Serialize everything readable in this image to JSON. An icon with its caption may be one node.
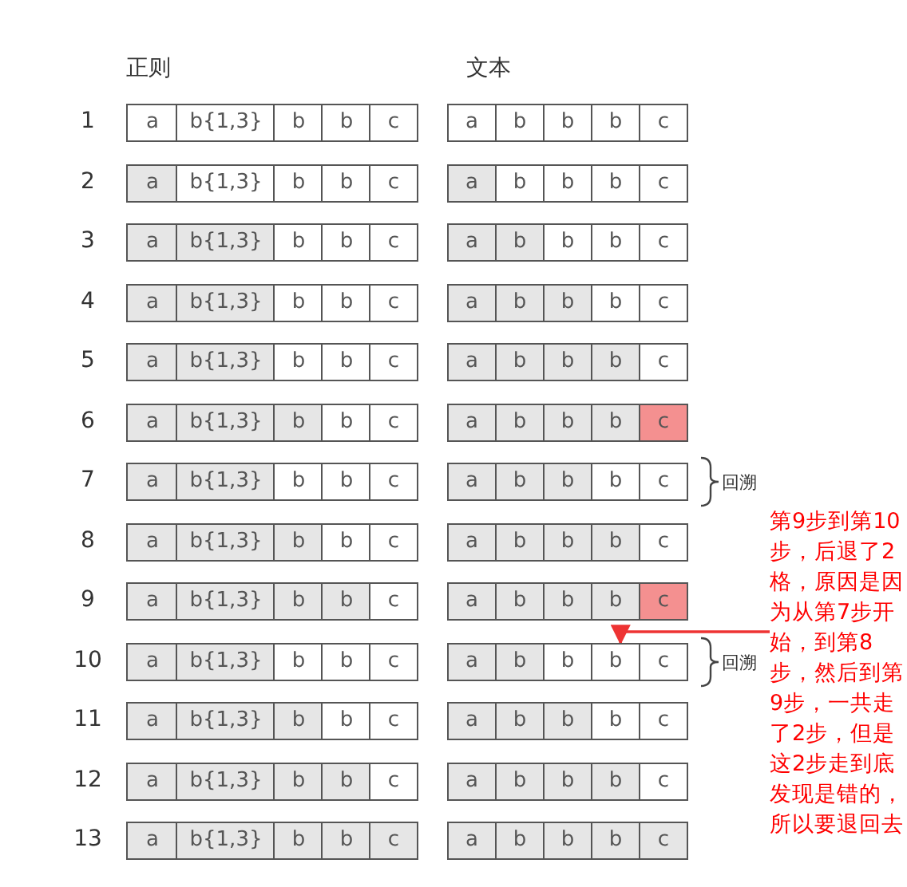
{
  "diagram": {
    "nodes": [
      {
        "text": [
          "a"
        ]
      },
      {
        "text": [
          "b{1,3}"
        ]
      },
      {
        "text": [
          "b"
        ]
      },
      {
        "text": [
          "b"
        ]
      },
      {
        "text": [
          "c"
        ]
      },
      {
        "text": [
          "a"
        ]
      },
      {
        "text": [
          "b"
        ]
      },
      {
        "text": [
          "b"
        ]
      },
      {
        "text": [
          "b"
        ]
      },
      {
        "text": [
          "c"
        ]
      },
      {
        "text": [
          "a"
        ]
      },
      {
        "text": [
          "b{1,3}"
        ]
      },
      {
        "text": [
          "b"
        ]
      },
      {
        "text": [
          "b"
        ]
      },
      {
        "text": [
          "c"
        ]
      },
      {
        "text": [
          "a"
        ]
      },
      {
        "text": [
          "b"
        ]
      },
      {
        "text": [
          "b"
        ]
      },
      {
        "text": [
          "b"
        ]
      },
      {
        "text": [
          "c"
        ]
      },
      {
        "text": [
          "a"
        ]
      },
      {
        "text": [
          "b{1,3}"
        ]
      },
      {
        "text": [
          "b"
        ]
      },
      {
        "text": [
          "b"
        ]
      },
      {
        "text": [
          "c"
        ]
      },
      {
        "text": [
          "a"
        ]
      },
      {
        "text": [
          "b"
        ]
      },
      {
        "text": [
          "b"
        ]
      },
      {
        "text": [
          "b"
        ]
      },
      {
        "text": [
          "c"
        ]
      },
      {
        "text": [
          "a"
        ]
      },
      {
        "text": [
          "b{1,3}"
        ]
      },
      {
        "text": [
          "b"
        ]
      },
      {
        "text": [
          "b"
        ]
      },
      {
        "text": [
          "c"
        ]
      },
      {
        "text": [
          "a"
        ]
      },
      {
        "text": [
          "b"
        ]
      },
      {
        "text": [
          "b"
        ]
      },
      {
        "text": [
          "b"
        ]
      },
      {
        "text": [
          "c"
        ]
      },
      {
        "text": [
          "a"
        ]
      },
      {
        "text": [
          "b{1,3}"
        ]
      },
      {
        "text": [
          "b"
        ]
      },
      {
        "text": [
          "b"
        ]
      },
      {
        "text": [
          "c"
        ]
      },
      {
        "text": [
          "a"
        ]
      },
      {
        "text": [
          "b"
        ]
      },
      {
        "text": [
          "b"
        ]
      },
      {
        "text": [
          "b"
        ]
      },
      {
        "text": [
          "c"
        ]
      },
      {
        "text": [
          "a"
        ]
      },
      {
        "text": [
          "b{1,3}"
        ]
      },
      {
        "text": [
          "b"
        ]
      },
      {
        "text": [
          "b"
        ]
      },
      {
        "text": [
          "c"
        ]
      },
      {
        "text": [
          "a"
        ]
      },
      {
        "text": [
          "b"
        ]
      },
      {
        "text": [
          "b"
        ]
      },
      {
        "text": [
          "b"
        ]
      },
      {
        "text": [
          "c"
        ]
      },
      {
        "text": [
          "a"
        ]
      },
      {
        "text": [
          "b{1,3}"
        ]
      },
      {
        "text": [
          "b"
        ]
      },
      {
        "text": [
          "b"
        ]
      },
      {
        "text": [
          "c"
        ]
      },
      {
        "text": [
          "a"
        ]
      },
      {
        "text": [
          "b"
        ]
      },
      {
        "text": [
          "b"
        ]
      },
      {
        "text": [
          "b"
        ]
      },
      {
        "text": [
          "c"
        ]
      },
      {
        "text": [
          "a"
        ]
      },
      {
        "text": [
          "b{1,3}"
        ]
      },
      {
        "text": [
          "b"
        ]
      },
      {
        "text": [
          "b"
        ]
      },
      {
        "text": [
          "c"
        ]
      },
      {
        "text": [
          "a"
        ]
      },
      {
        "text": [
          "b"
        ]
      },
      {
        "text": [
          "b"
        ]
      },
      {
        "text": [
          "b"
        ]
      },
      {
        "text": [
          "c"
        ]
      },
      {
        "text": [
          "a"
        ]
      },
      {
        "text": [
          "b{1,3}"
        ]
      },
      {
        "text": [
          "b"
        ]
      },
      {
        "text": [
          "b"
        ]
      },
      {
        "text": [
          "c"
        ]
      },
      {
        "text": [
          "a"
        ]
      },
      {
        "text": [
          "b"
        ]
      },
      {
        "text": [
          "b"
        ]
      },
      {
        "text": [
          "b"
        ]
      },
      {
        "text": [
          "c"
        ]
      },
      {
        "text": [
          "a"
        ]
      },
      {
        "text": [
          "b{1,3}"
        ]
      },
      {
        "text": [
          "b"
        ]
      },
      {
        "text": [
          "b"
        ]
      },
      {
        "text": [
          "c"
        ]
      },
      {
        "text": [
          "a"
        ]
      },
      {
        "text": [
          "b"
        ]
      },
      {
        "text": [
          "b"
        ]
      },
      {
        "text": [
          "b"
        ]
      },
      {
        "text": [
          "c"
        ]
      },
      {
        "text": [
          "a"
        ]
      },
      {
        "text": [
          "b{1,3}"
        ]
      },
      {
        "text": [
          "b"
        ]
      },
      {
        "text": [
          "b"
        ]
      },
      {
        "text": [
          "c"
        ]
      },
      {
        "text": [
          "a"
        ]
      },
      {
        "text": [
          "b"
        ]
      },
      {
        "text": [
          "b"
        ]
      },
      {
        "text": [
          "b"
        ]
      },
      {
        "text": [
          "c"
        ]
      },
      {
        "text": [
          "a"
        ]
      },
      {
        "text": [
          "b{1,3}"
        ]
      },
      {
        "text": [
          "b"
        ]
      },
      {
        "text": [
          "b"
        ]
      },
      {
        "text": [
          "c"
        ]
      },
      {
        "text": [
          "a"
        ]
      },
      {
        "text": [
          "b"
        ]
      },
      {
        "text": [
          "b"
        ]
      },
      {
        "text": [
          "b"
        ]
      },
      {
        "text": [
          "c"
        ]
      },
      {
        "text": [
          "a"
        ]
      },
      {
        "text": [
          "b{1,3}"
        ]
      },
      {
        "text": [
          "b"
        ]
      },
      {
        "text": [
          "b"
        ]
      },
      {
        "text": [
          "c"
        ]
      },
      {
        "text": [
          "a"
        ]
      },
      {
        "text": [
          "b"
        ]
      },
      {
        "text": [
          "b"
        ]
      },
      {
        "text": [
          "b"
        ]
      },
      {
        "text": [
          "c"
        ]
      },
      {
        "text": [
          "第9步到第10步，后退了2格，原因是因为从第7步开始，到第8步，然后到第9步，一共走了2步，但是这2步走到底发现是错的，所以要退回去"
        ]
      }
    ],
    "edges": [
      {
        "from": 130,
        "to": 98,
        "arrow": "to",
        "color": "#ee3333"
      }
    ],
    "labels": [
      "正则",
      "文本",
      "1",
      "2",
      "3",
      "4",
      "5",
      "6",
      "7",
      "回溯",
      "8",
      "9",
      "10",
      "回溯",
      "11",
      "12",
      "13"
    ]
  }
}
